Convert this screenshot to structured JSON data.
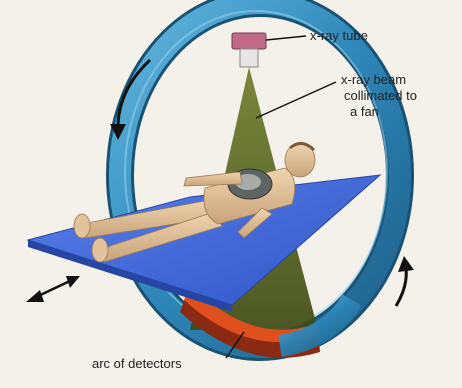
{
  "labels": {
    "tube": "x-ray tube",
    "beam_line1": "x-ray beam",
    "beam_line2": "collimated to",
    "beam_line3": "a fan",
    "detectors": "arc of detectors"
  },
  "colors": {
    "background": "#f4f1ea",
    "gantry_ring": "#2e86b8",
    "gantry_highlight": "#64b8df",
    "beam_fan": "#4d5a1c",
    "table": "#3a63d6",
    "table_edge": "#2745a3",
    "detector_arc": "#e0501f",
    "detector_dark": "#8a2a12",
    "tube_housing": "#c06a88",
    "patient_skin": "#e2c39d",
    "arrows": "#111111"
  },
  "icons": [
    "rotation-arrow-icon",
    "double-headed-arrow-icon"
  ]
}
